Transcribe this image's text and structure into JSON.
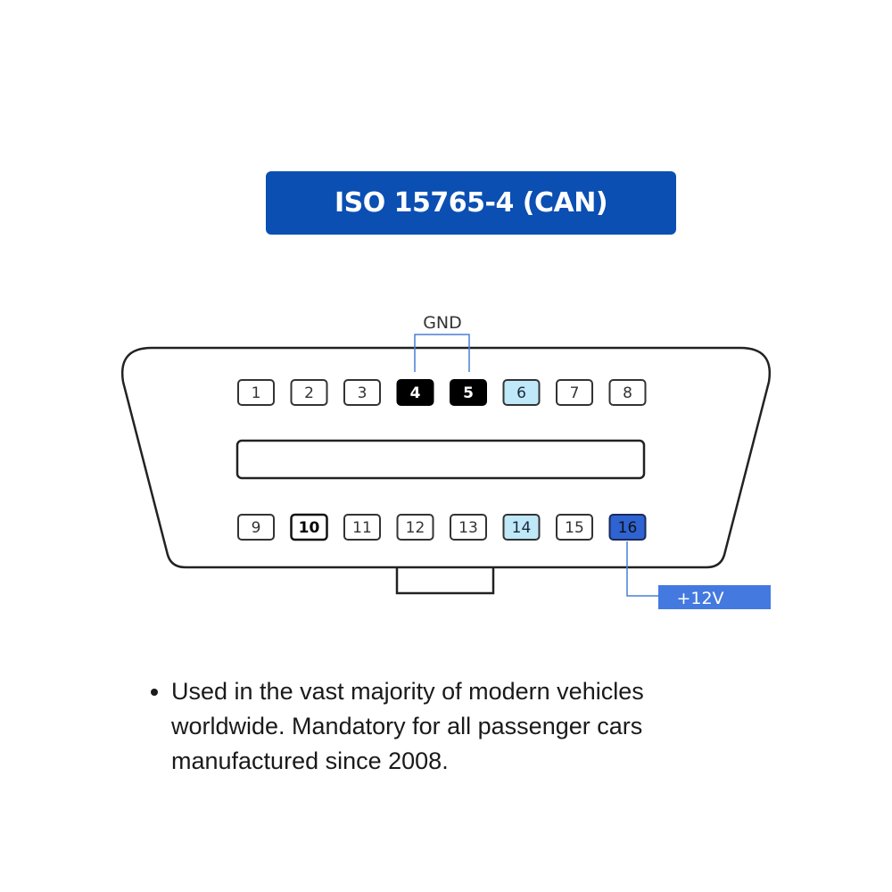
{
  "title": "ISO 15765-4 (CAN)",
  "connector": {
    "top_row": [
      {
        "label": "1",
        "style": "normal"
      },
      {
        "label": "2",
        "style": "normal"
      },
      {
        "label": "3",
        "style": "normal"
      },
      {
        "label": "4",
        "style": "black"
      },
      {
        "label": "5",
        "style": "black"
      },
      {
        "label": "6",
        "style": "light-blue"
      },
      {
        "label": "7",
        "style": "normal"
      },
      {
        "label": "8",
        "style": "normal"
      }
    ],
    "bottom_row": [
      {
        "label": "9",
        "style": "normal"
      },
      {
        "label": "10",
        "style": "bold"
      },
      {
        "label": "11",
        "style": "normal"
      },
      {
        "label": "12",
        "style": "normal"
      },
      {
        "label": "13",
        "style": "normal"
      },
      {
        "label": "14",
        "style": "light-blue"
      },
      {
        "label": "15",
        "style": "normal"
      },
      {
        "label": "16",
        "style": "blue"
      }
    ],
    "gnd_label": "GND",
    "power_label": "+12V"
  },
  "colors": {
    "banner": "#0b4fb3",
    "black_pin": "#000000",
    "light_blue_pin": "#bfe8f8",
    "blue_pin": "#2f63d2",
    "power_tag": "#4479e0",
    "connector_line": "#4a7fd6"
  },
  "description": [
    "Used in the vast majority of modern vehicles worldwide. Mandatory for all passenger cars manufactured since 2008."
  ]
}
